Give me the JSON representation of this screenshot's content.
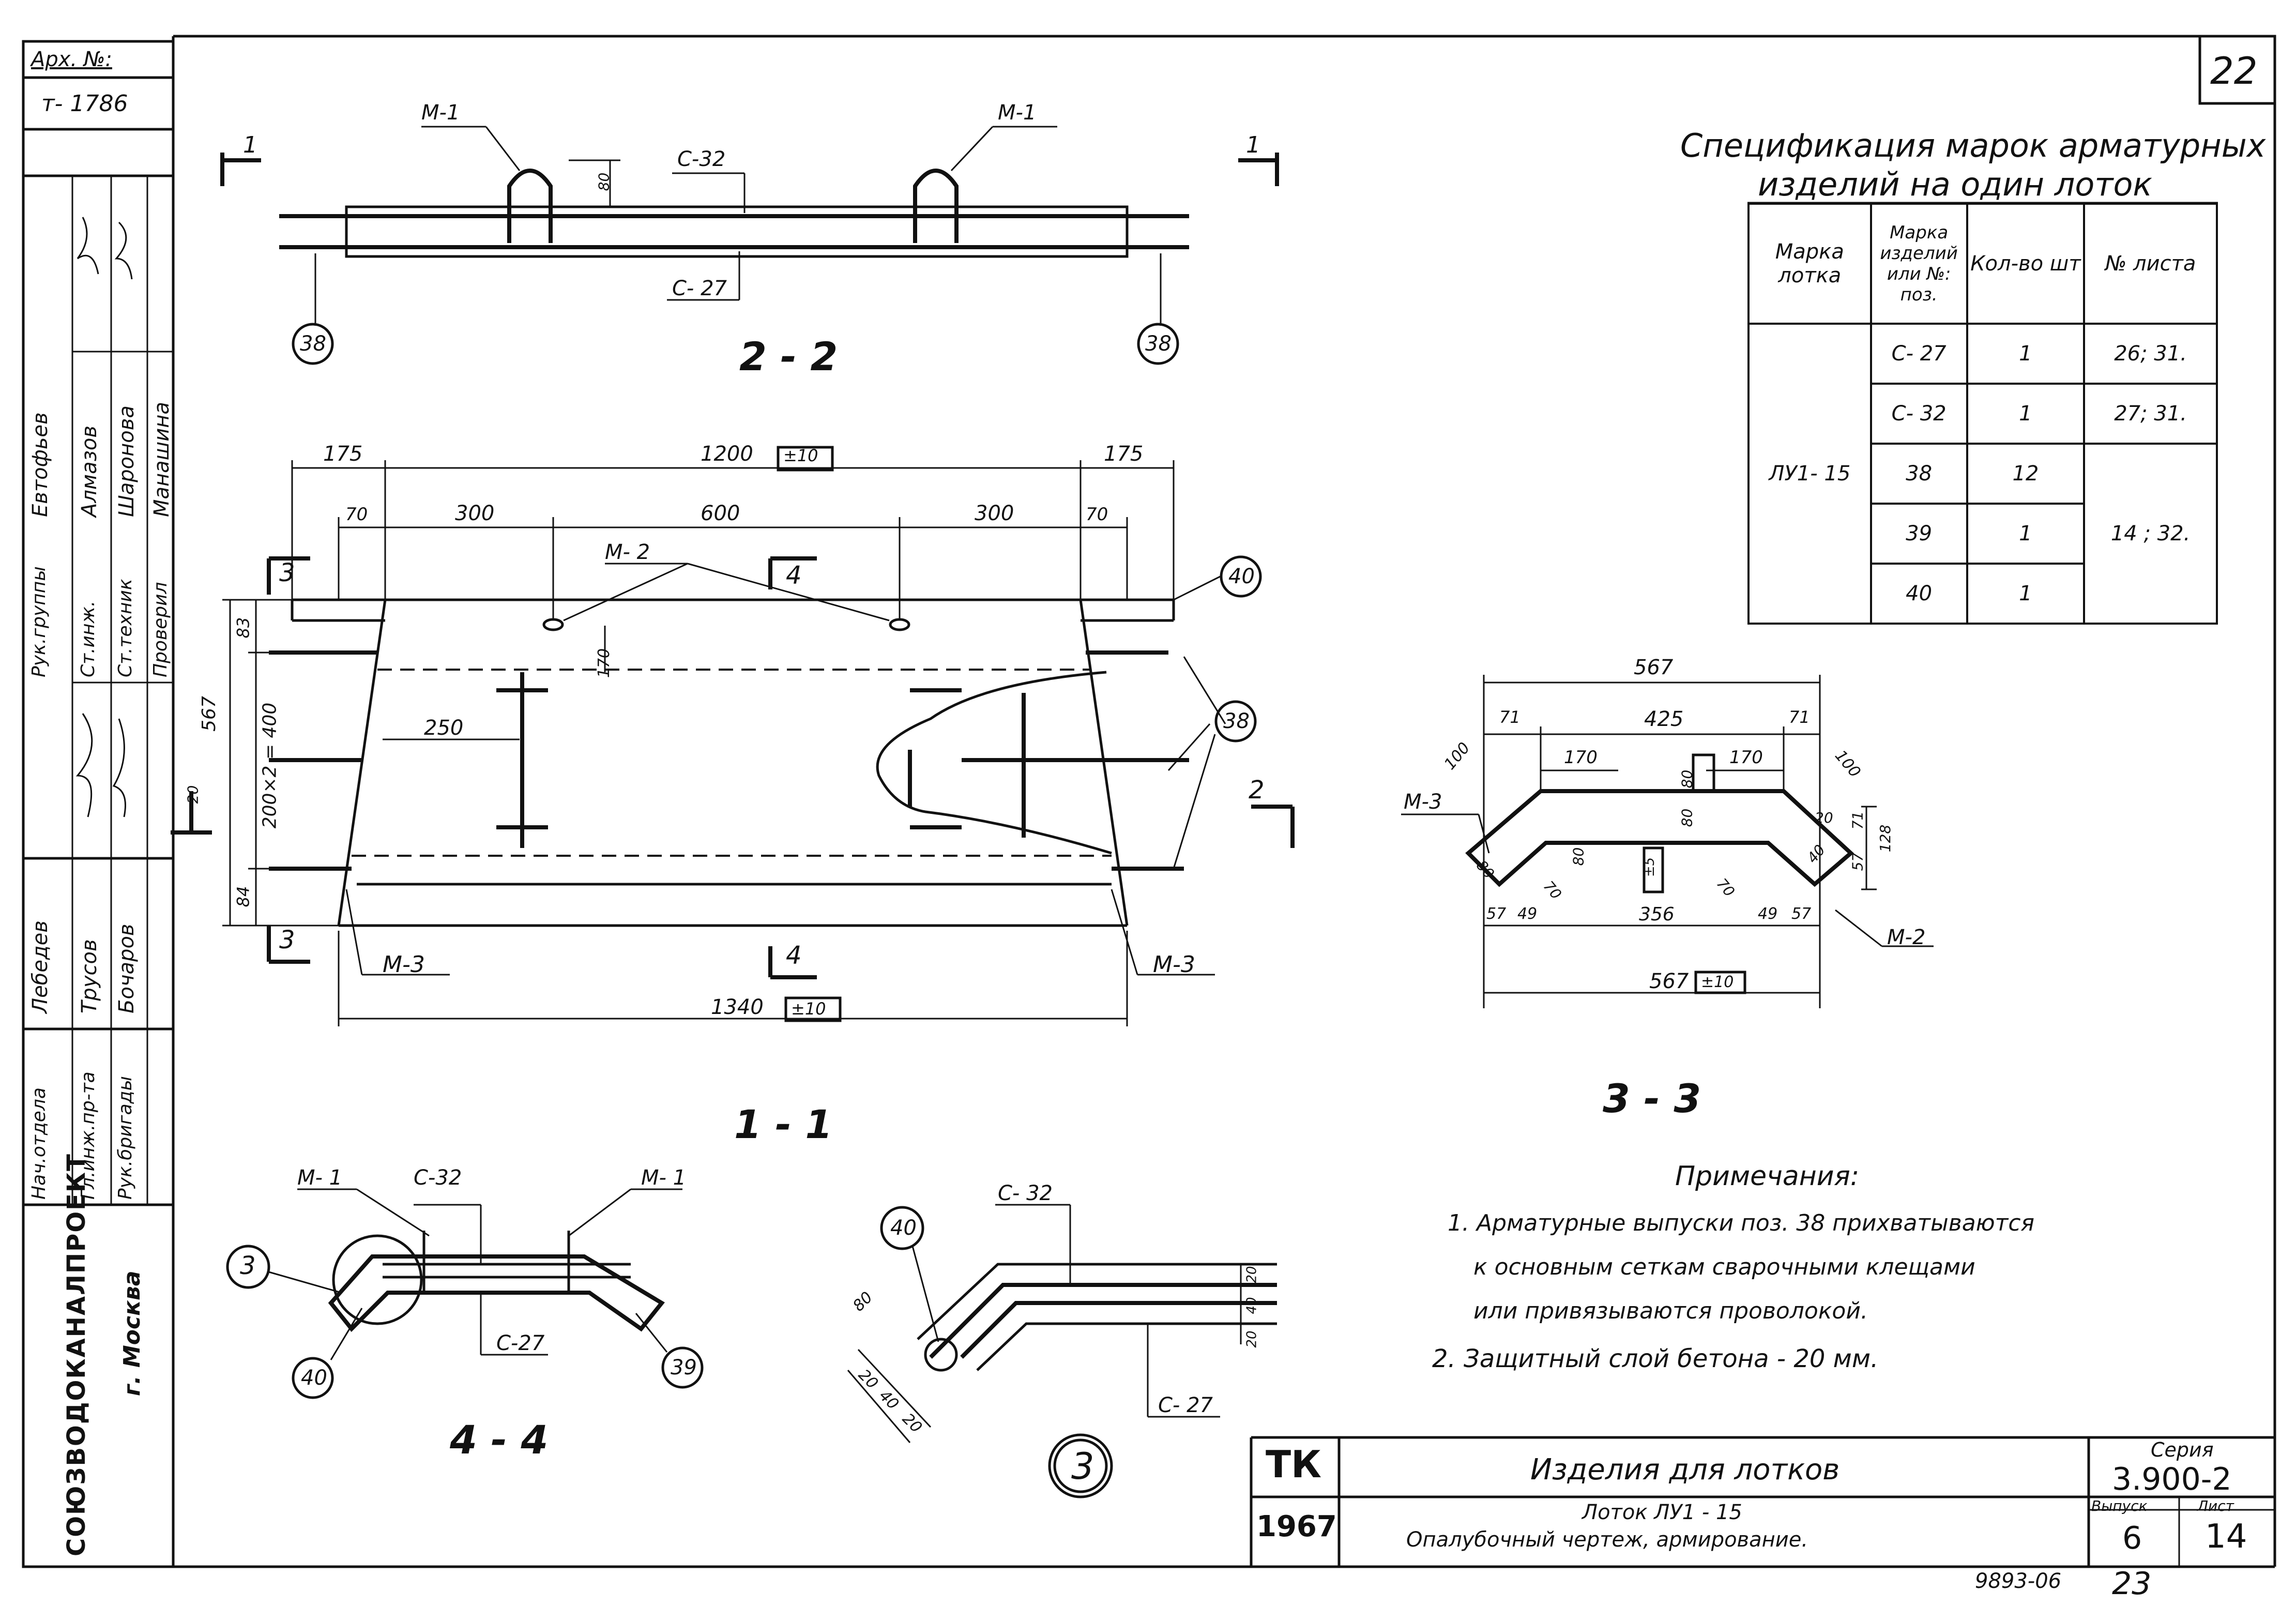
{
  "sheet_corner_number": "22",
  "stamp_left": {
    "archive_label": "Арх. №:",
    "archive_number": "т- 1786",
    "rows": [
      {
        "role": "Нач.отдела",
        "name": "Лебедев"
      },
      {
        "role": "Гл.инж.пр-та",
        "name": "Трусов"
      },
      {
        "role": "Рук.бригады",
        "name": "Бочаров"
      },
      {
        "role": "Рук.группы",
        "name": "Евтофьев"
      },
      {
        "role": "Ст.инж.",
        "name": "Алмазов"
      },
      {
        "role": "Ст.техник",
        "name": "Шаронова"
      },
      {
        "role": "Проверил",
        "name": "Манашина"
      }
    ],
    "org": "СОЮЗВОДОКАНАЛПРОЕКТ",
    "city": "г. Москва"
  },
  "spec": {
    "title_line1": "Спецификация марок арматурных",
    "title_line2": "изделий на один лоток",
    "headers": [
      "Марка лотка",
      "Марка изделий или №: поз.",
      "Кол-во шт",
      "№ листа"
    ],
    "tray": "ЛУ1- 15",
    "rows": [
      {
        "mark": "С- 27",
        "qty": "1",
        "sheet": "26; 31."
      },
      {
        "mark": "С- 32",
        "qty": "1",
        "sheet": "27; 31."
      },
      {
        "mark": "38",
        "qty": "12",
        "sheet": ""
      },
      {
        "mark": "39",
        "qty": "1",
        "sheet": "14 ; 32."
      },
      {
        "mark": "40",
        "qty": "1",
        "sheet": ""
      }
    ]
  },
  "views": {
    "v22": {
      "title": "2 - 2",
      "labels": [
        "М-1",
        "М-1",
        "С-32",
        "С- 27",
        "80",
        "38",
        "38",
        "1",
        "1"
      ]
    },
    "v11": {
      "title": "1 - 1",
      "dims": [
        "175",
        "1200",
        "±10",
        "175",
        "70",
        "300",
        "600",
        "300",
        "70",
        "83",
        "170",
        "250",
        "567",
        "200×2 = 400",
        "84",
        "20",
        "1340",
        "±10"
      ],
      "labels": [
        "М- 2",
        "4",
        "4",
        "3",
        "3",
        "2",
        "40",
        "38",
        "М-3",
        "М-3"
      ]
    },
    "v33": {
      "title": "3 - 3",
      "dims": [
        "567",
        "71",
        "425",
        "71",
        "170",
        "170",
        "100",
        "100",
        "80",
        "80",
        "80",
        "80",
        "40",
        "20",
        "71",
        "128",
        "57",
        "70",
        "70",
        "±5",
        "57",
        "49",
        "356",
        "49",
        "57",
        "567",
        "±10"
      ],
      "labels": [
        "М-3",
        "М-2"
      ]
    },
    "v44": {
      "title": "4 - 4",
      "labels": [
        "М- 1",
        "С-32",
        "М- 1",
        "С-27",
        "3",
        "40",
        "39"
      ]
    },
    "detail3": {
      "title": "3",
      "labels": [
        "С- 32",
        "С- 27",
        "40",
        "80",
        "20",
        "40",
        "20",
        "20",
        "40",
        "20"
      ]
    }
  },
  "notes": {
    "title": "Примечания:",
    "items": [
      "1. Арматурные выпуски поз. 38 прихватываются",
      "к основным сеткам сварочными клещами",
      "или привязываются проволокой.",
      "2. Защитный слой бетона - 20 мм."
    ]
  },
  "title_block": {
    "tk": "ТК",
    "year": "1967",
    "name": "Изделия для лотков",
    "subtitle1": "Лоток ЛУ1 - 15",
    "subtitle2": "Опалубочный чертеж, армирование.",
    "series_label": "Серия",
    "series": "3.900-2",
    "issue_label": "Выпуск",
    "issue": "6",
    "sheet_label": "Лист",
    "sheet": "14",
    "doc_code": "9893-06",
    "page_num": "23"
  }
}
